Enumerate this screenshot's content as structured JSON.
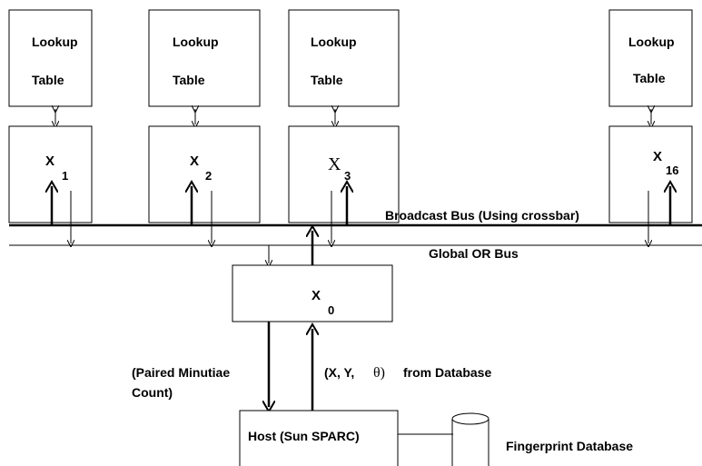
{
  "lookup_tables": [
    {
      "line1": "Lookup",
      "line2": "Table"
    },
    {
      "line1": "Lookup",
      "line2": "Table"
    },
    {
      "line1": "Lookup",
      "line2": "Table"
    },
    {
      "line1": "Lookup",
      "line2": "Table"
    }
  ],
  "processors": [
    {
      "symbol": "X",
      "sub": "1"
    },
    {
      "symbol": "X",
      "sub": "2"
    },
    {
      "symbol": "X",
      "sub": "3"
    },
    {
      "symbol": "X",
      "sub": "16"
    }
  ],
  "bus": {
    "broadcast_label": "Broadcast Bus (Using crossbar)",
    "global_or_label": "Global OR Bus"
  },
  "controller": {
    "symbol": "X",
    "sub": "0"
  },
  "host": {
    "label": "Host (Sun SPARC)"
  },
  "database": {
    "label": "Fingerprint Database"
  },
  "links": {
    "paired_line1": "(Paired Minutiae",
    "paired_line2": "Count)",
    "xy_prefix": "(X, Y,",
    "theta": "θ)",
    "from_db": "from Database"
  }
}
